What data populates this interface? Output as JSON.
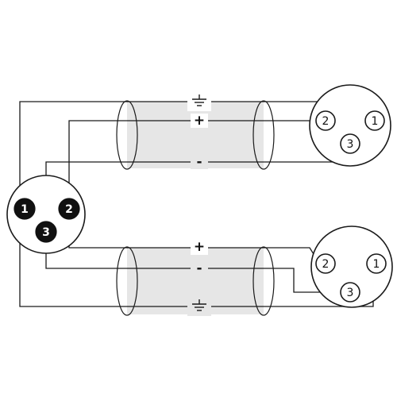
{
  "colors": {
    "wire": "#1a1a1a",
    "shield": "#e6e6e6",
    "pin_dark": "#111111",
    "pin_light": "#ffffff"
  },
  "source_connector": {
    "pins": [
      {
        "label": "1"
      },
      {
        "label": "2"
      },
      {
        "label": "3"
      }
    ]
  },
  "top_cable": {
    "signals": [
      {
        "label": "",
        "icon": "ground-icon"
      },
      {
        "label": "+"
      },
      {
        "label": "-"
      }
    ]
  },
  "bottom_cable": {
    "signals": [
      {
        "label": "+"
      },
      {
        "label": "-"
      },
      {
        "label": "",
        "icon": "ground-icon"
      }
    ]
  },
  "top_connector": {
    "pins": [
      {
        "label": "2"
      },
      {
        "label": "1"
      },
      {
        "label": "3"
      }
    ]
  },
  "bottom_connector": {
    "pins": [
      {
        "label": "2"
      },
      {
        "label": "1"
      },
      {
        "label": "3"
      }
    ]
  }
}
